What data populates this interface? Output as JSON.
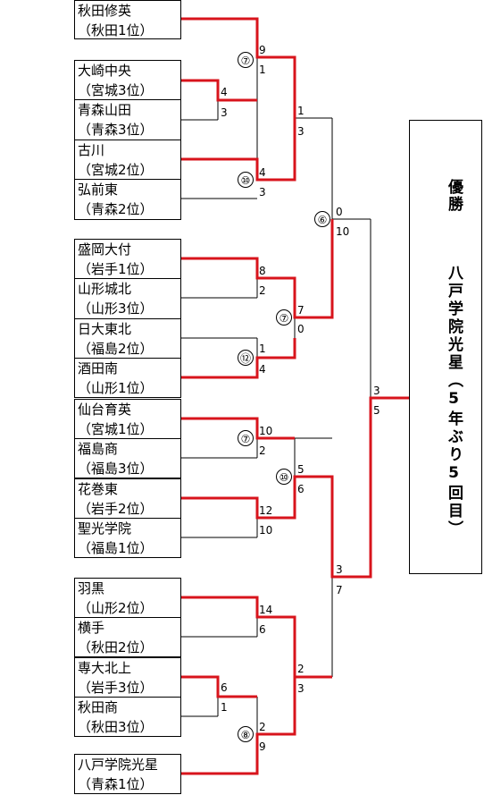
{
  "teams": [
    {
      "name": "秋田修英",
      "seed": "（秋田1位）"
    },
    {
      "name": "大崎中央",
      "seed": "（宮城3位）"
    },
    {
      "name": "青森山田",
      "seed": "（青森3位）"
    },
    {
      "name": "古川",
      "seed": "（宮城2位）"
    },
    {
      "name": "弘前東",
      "seed": "（青森2位）"
    },
    {
      "name": "盛岡大付",
      "seed": "（岩手1位）"
    },
    {
      "name": "山形城北",
      "seed": "（山形3位）"
    },
    {
      "name": "日大東北",
      "seed": "（福島2位）"
    },
    {
      "name": "酒田南",
      "seed": "（山形1位）"
    },
    {
      "name": "仙台育英",
      "seed": "（宮城1位）"
    },
    {
      "name": "福島商",
      "seed": "（福島3位）"
    },
    {
      "name": "花巻東",
      "seed": "（岩手2位）"
    },
    {
      "name": "聖光学院",
      "seed": "（福島1位）"
    },
    {
      "name": "羽黒",
      "seed": "（山形2位）"
    },
    {
      "name": "横手",
      "seed": "（秋田2位）"
    },
    {
      "name": "専大北上",
      "seed": "（岩手3位）"
    },
    {
      "name": "秋田商",
      "seed": "（秋田3位）"
    },
    {
      "name": "八戸学院光星",
      "seed": "（青森1位）"
    }
  ],
  "scores": {
    "m1a": "4",
    "m1b": "3",
    "m2a": "9",
    "m2b": "1",
    "m3a": "4",
    "m3b": "3",
    "m4a": "1",
    "m4b": "3",
    "m5a": "8",
    "m5b": "2",
    "m6a": "1",
    "m6b": "4",
    "m7a": "7",
    "m7b": "0",
    "m8a": "0",
    "m8b": "10",
    "m9a": "10",
    "m9b": "2",
    "m10a": "12",
    "m10b": "10",
    "m11a": "5",
    "m11b": "6",
    "m12a": "14",
    "m12b": "6",
    "m13a": "6",
    "m13b": "1",
    "m14a": "2",
    "m14b": "9",
    "m15a": "2",
    "m15b": "3",
    "m16a": "3",
    "m16b": "7",
    "m17a": "3",
    "m17b": "5"
  },
  "rounds": {
    "r1": "⑦",
    "r2": "⑩",
    "r3": "⑦",
    "r4": "⑫",
    "r5": "⑥",
    "r6": "⑦",
    "r7": "⑩",
    "r8": "⑧"
  },
  "champion": {
    "title": "優勝",
    "name": "八戸学院光星（5年ぶり5回目）"
  },
  "colors": {
    "win": "#d8141c",
    "line": "#000000"
  }
}
